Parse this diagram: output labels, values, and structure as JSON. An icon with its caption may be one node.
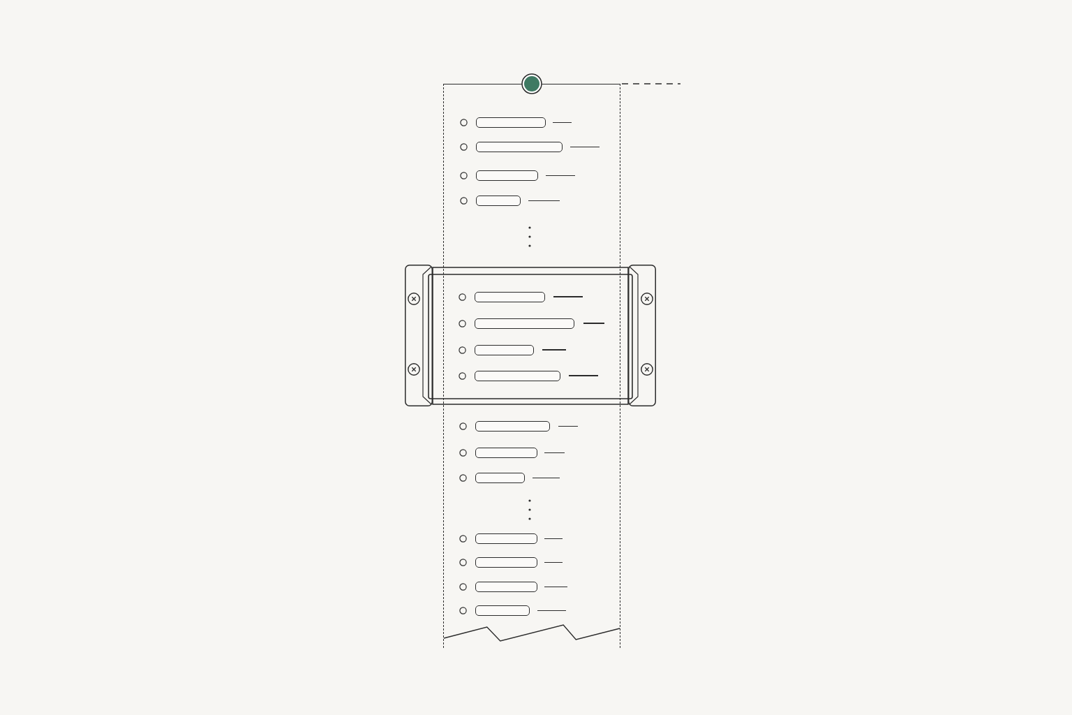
{
  "diagram": {
    "nodes": [
      {
        "text": [],
        "shape": "circle"
      },
      {
        "text": [],
        "shape": "box"
      },
      {
        "text": [],
        "shape": "bar",
        "in": 1
      },
      {
        "text": [],
        "shape": "bar",
        "in": 1
      },
      {
        "text": [],
        "shape": "bar",
        "in": 1
      },
      {
        "text": [],
        "shape": "bar",
        "in": 1
      },
      {
        "text": [],
        "shape": "box"
      },
      {
        "text": [],
        "shape": "bar",
        "in": 6
      },
      {
        "text": [],
        "shape": "bar",
        "in": 6
      },
      {
        "text": [],
        "shape": "bar",
        "in": 6
      },
      {
        "text": [],
        "shape": "bar",
        "in": 6
      },
      {
        "text": [],
        "shape": "bar",
        "in": 1
      },
      {
        "text": [],
        "shape": "bar",
        "in": 1
      },
      {
        "text": [],
        "shape": "bar",
        "in": 1
      },
      {
        "text": [],
        "shape": "bar",
        "in": 1
      },
      {
        "text": [],
        "shape": "bar",
        "in": 1
      },
      {
        "text": [],
        "shape": "bar",
        "in": 1
      },
      {
        "text": [],
        "shape": "bar",
        "in": 1
      }
    ]
  }
}
